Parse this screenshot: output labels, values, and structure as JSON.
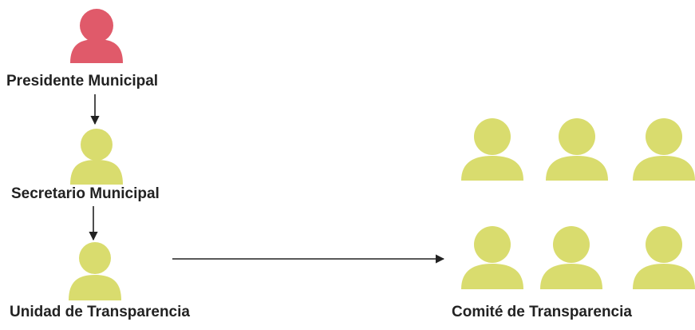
{
  "diagram": {
    "nodes": {
      "presidente": {
        "label": "Presidente Municipal",
        "icon": "person-icon",
        "color": "#e05a6a"
      },
      "secretario": {
        "label": "Secretario Municipal",
        "icon": "person-icon",
        "color": "#d9dc6e"
      },
      "unidad": {
        "label": "Unidad de Transparencia",
        "icon": "person-icon",
        "color": "#d9dc6e"
      },
      "comite": {
        "label": "Comité de Transparencia",
        "icon": "person-group-icon",
        "color": "#d9dc6e",
        "member_count": 6
      }
    },
    "edges": [
      {
        "from": "presidente",
        "to": "secretario"
      },
      {
        "from": "secretario",
        "to": "unidad"
      },
      {
        "from": "unidad",
        "to": "comite"
      }
    ]
  }
}
